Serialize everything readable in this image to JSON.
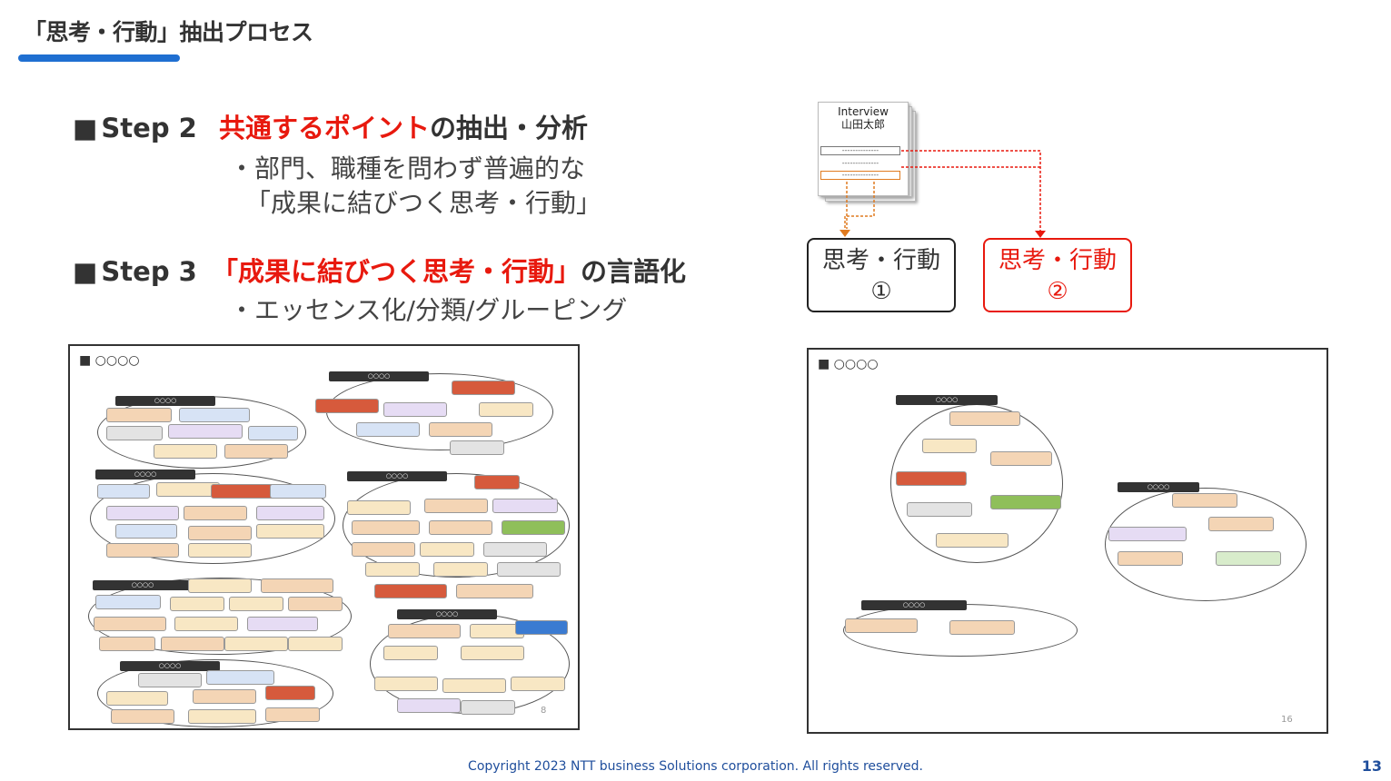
{
  "title": "「思考・行動」抽出プロセス",
  "step2": {
    "square": "■",
    "label": "Step 2",
    "highlight": "共通するポイント",
    "rest": "の抽出・分析",
    "sub1": "・部門、職種を問わず普遍的な",
    "sub2": "「成果に結びつく思考・行動」"
  },
  "step3": {
    "square": "■",
    "label": "Step 3",
    "highlight": "「成果に結びつく思考・行動」",
    "rest": "の言語化",
    "sub1": "・エッセンス化/分類/グルーピング"
  },
  "diagram": {
    "doc_title_1": "Interview",
    "doc_title_2": "山田太郎",
    "doc_line": "--------------",
    "box1_line1": "思考・行動",
    "box1_line2": "①",
    "box2_line1": "思考・行動",
    "box2_line2": "②",
    "colors": {
      "orange": "#e07b20",
      "red": "#e8190e",
      "black": "#222222"
    }
  },
  "thumb_left": {
    "heading": "■ ○○○○",
    "page": "8",
    "cluster_label": "○○○○"
  },
  "thumb_right": {
    "heading": "■ ○○○○",
    "page": "16",
    "cluster_label": "○○○○"
  },
  "footer": "Copyright 2023 NTT business Solutions corporation. All rights reserved.",
  "page_number": "13"
}
